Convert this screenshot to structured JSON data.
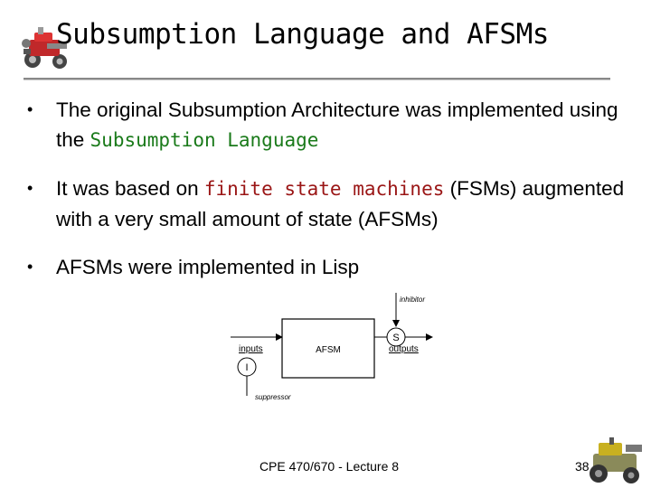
{
  "slide": {
    "title": "Subsumption Language and AFSMs",
    "bullets": [
      {
        "pre": "The original Subsumption Architecture was implemented using the ",
        "highlight": "Subsumption Language",
        "post": ""
      },
      {
        "pre": "It was based on ",
        "highlight": "finite state machines",
        "post": " (FSMs) augmented with a very small amount of state (AFSMs)"
      },
      {
        "pre": "AFSMs were implemented in Lisp",
        "highlight": "",
        "post": ""
      }
    ],
    "bullet_symbol": "•",
    "colors": {
      "highlight_green": "#1a7a1a",
      "highlight_red": "#9a1515",
      "rule": "#888888"
    }
  },
  "diagram": {
    "inhibitor_label": "inhibitor",
    "inputs_label": "inputs",
    "box_label": "AFSM",
    "outputs_label": "outputs",
    "suppressor_label": "suppressor",
    "s_node": "S",
    "i_node": "I"
  },
  "footer": {
    "text": "CPE 470/670 - Lecture 8",
    "page": "38"
  },
  "icons": {
    "top_logo": "robot-icon",
    "bottom_logo": "robot-icon"
  }
}
